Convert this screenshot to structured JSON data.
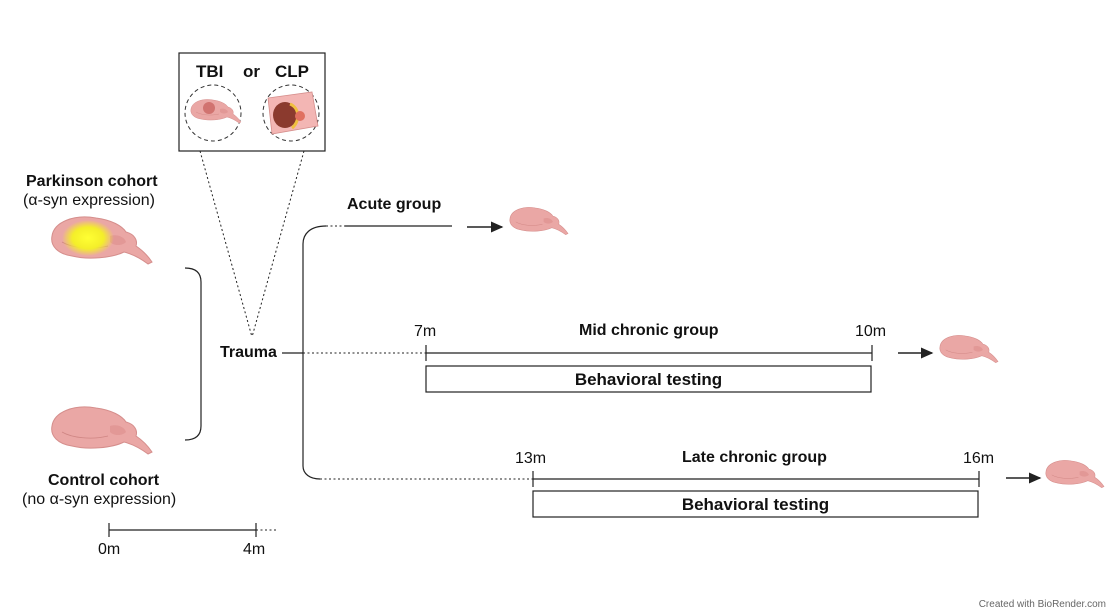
{
  "inset": {
    "option_a": "TBI",
    "connector": "or",
    "option_b": "CLP"
  },
  "cohorts": {
    "parkinson": {
      "title": "Parkinson cohort",
      "subtitle": "(α-syn expression)"
    },
    "control": {
      "title": "Control cohort",
      "subtitle": "(no α-syn expression)"
    }
  },
  "trauma_label": "Trauma",
  "groups": {
    "acute": {
      "label": "Acute group"
    },
    "mid": {
      "label": "Mid chronic group",
      "start": "7m",
      "end": "10m",
      "testing": "Behavioral testing"
    },
    "late": {
      "label": "Late chronic group",
      "start": "13m",
      "end": "16m",
      "testing": "Behavioral testing"
    }
  },
  "scale": {
    "start": "0m",
    "end": "4m"
  },
  "credit": "Created with BioRender.com",
  "colors": {
    "brain": "#e8a3a3",
    "brain_dark": "#c98585",
    "highlight": "#f2f21a",
    "line": "#222222"
  }
}
